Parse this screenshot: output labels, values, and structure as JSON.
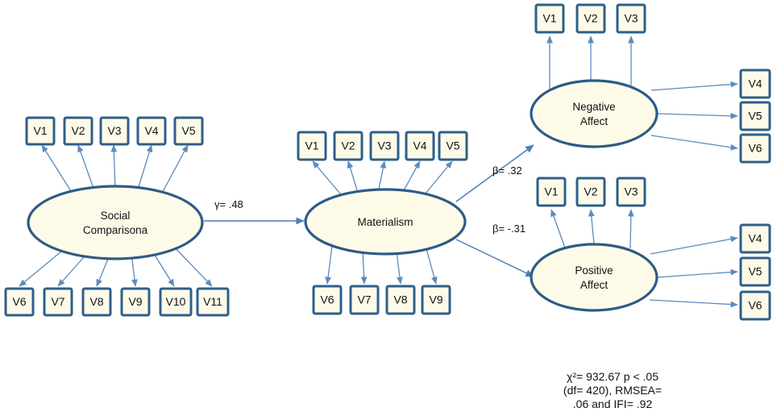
{
  "diagram": {
    "type": "structural-equation-model-path-diagram",
    "latent_variables": [
      {
        "id": "social-comparison",
        "label_line1": "Social",
        "label_line2": "Comparisona",
        "indicators_top": [
          "V1",
          "V2",
          "V3",
          "V4",
          "V5"
        ],
        "indicators_bottom": [
          "V6",
          "V7",
          "V8",
          "V9",
          "V10",
          "V11"
        ]
      },
      {
        "id": "materialism",
        "label_line1": "Materialism",
        "label_line2": "",
        "indicators_top": [
          "V1",
          "V2",
          "V3",
          "V4",
          "V5"
        ],
        "indicators_bottom": [
          "V6",
          "V7",
          "V8",
          "V9"
        ]
      },
      {
        "id": "negative-affect",
        "label_line1": "Negative",
        "label_line2": "Affect",
        "indicators_top": [
          "V1",
          "V2",
          "V3"
        ],
        "indicators_right": [
          "V4",
          "V5",
          "V6"
        ]
      },
      {
        "id": "positive-affect",
        "label_line1": "Positive",
        "label_line2": "Affect",
        "indicators_top": [
          "V1",
          "V2",
          "V3"
        ],
        "indicators_right": [
          "V4",
          "V5",
          "V6"
        ]
      }
    ],
    "paths": [
      {
        "id": "gamma-social-to-materialism",
        "from": "social-comparison",
        "to": "materialism",
        "label": "γ= .48",
        "value": 0.48,
        "coefficient_type": "gamma"
      },
      {
        "id": "beta-materialism-to-negative",
        "from": "materialism",
        "to": "negative-affect",
        "label": "β= .32",
        "value": 0.32,
        "coefficient_type": "beta"
      },
      {
        "id": "beta-materialism-to-positive",
        "from": "materialism",
        "to": "positive-affect",
        "label": "β= -.31",
        "value": -0.31,
        "coefficient_type": "beta"
      }
    ],
    "fit_statistics": {
      "line1": "χ²= 932.67 p < .05",
      "line2": "(df= 420),  RMSEA=",
      "line3": ".06 and IFI= .92",
      "chi_square": 932.67,
      "p_value": "< .05",
      "df": 420,
      "rmsea": 0.06,
      "ifi": 0.92
    },
    "colors": {
      "box_fill": "#fdfbe8",
      "box_stroke": "#2e5f8a",
      "ellipse_stroke": "#2d5b86",
      "arrow": "#4a7fb5",
      "text": "#111111",
      "background": "#ffffff"
    }
  }
}
